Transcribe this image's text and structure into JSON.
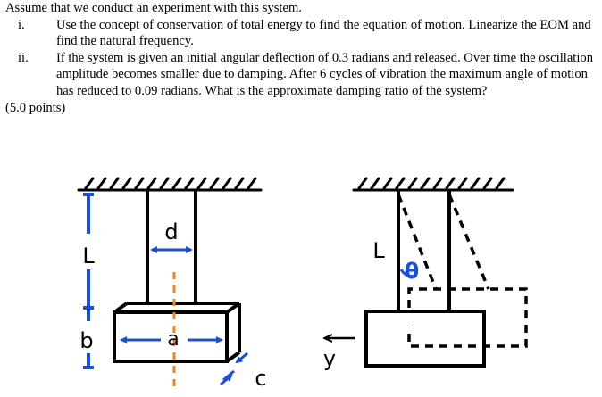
{
  "problem": {
    "intro": "Assume that we conduct an experiment with this system.",
    "items": [
      {
        "number": "i.",
        "text": "Use the concept of conservation of total energy to find the equation of motion. Linearize the EOM and find the natural frequency."
      },
      {
        "number": "ii.",
        "text": "If the system is given an initial angular deflection of 0.3 radians and released. Over time the oscillation amplitude becomes smaller due to damping. After 6 cycles of vibration the maximum angle of motion has reduced to 0.09 radians. What is the approximate damping ratio of the system?"
      }
    ],
    "points": "(5.0 points)"
  },
  "figure": {
    "left_view": {
      "label_length": "L",
      "label_rod_spacing": "d",
      "label_block_width": "a",
      "label_block_height": "b",
      "label_depth": "c"
    },
    "right_view": {
      "label_length": "L",
      "label_angle": "θ",
      "label_axis": "y"
    },
    "colors": {
      "ink": "#000000",
      "dimension": "#1f4fd1",
      "centerline": "#e8871e"
    }
  }
}
